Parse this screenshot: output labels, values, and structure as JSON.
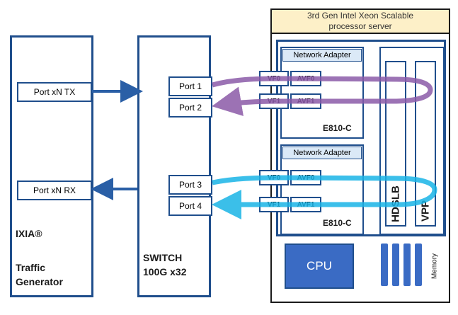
{
  "ixia": {
    "port_tx": "Port xN TX",
    "port_rx": "Port xN RX",
    "brand": "IXIA®",
    "label_line1": "Traffic",
    "label_line2": "Generator"
  },
  "switch": {
    "ports": [
      "Port 1",
      "Port 2",
      "Port 3",
      "Port 4"
    ],
    "label_line1": "SWITCH",
    "label_line2": "100G x32"
  },
  "server": {
    "title_line1": "3rd Gen Intel Xeon Scalable",
    "title_line2": "processor server",
    "adapter_title": "Network Adapter",
    "adapter_model": "E810-C",
    "vf0": "VF0",
    "avf0": "AVF0",
    "vf1": "VF1",
    "avf1": "AVF1",
    "hdslb": "HDSLB",
    "vpp": "VPP",
    "cpu": "CPU",
    "memory": "Memory"
  },
  "colors": {
    "border_blue": "#1f4e8c",
    "server_title_bg": "#fdf0c8",
    "cpu_fill": "#3a6bc4",
    "adapter_title_bg": "#dbe9f7",
    "arrow_purple": "#8b5aa8",
    "arrow_cyan": "#19b4e6",
    "link_blue": "#2a5fa6"
  }
}
